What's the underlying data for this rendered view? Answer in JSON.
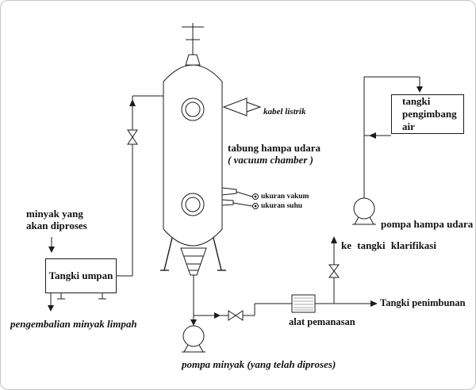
{
  "canvas": {
    "background": "#ffffff",
    "line_color": "#1c1c1c",
    "text_color": "#121212"
  },
  "labels": {
    "feed_oil_line1": "minyak yang",
    "feed_oil_line2": "akan diproses",
    "feed_tank": "Tangki umpan",
    "overflow_return": "pengembalian minyak limpah",
    "chamber_line1": "tabung hampa udara",
    "chamber_line2": "( vacuum chamber )",
    "electric_cable": "kabel listrik",
    "vacuum_gauge": "ukuran vakum",
    "temperature_gauge": "ukuran suhu",
    "water_tank_line1": "tangki",
    "water_tank_line2": "pengimbang air",
    "vacuum_pump": "pompa hampa udara",
    "to_clarifier": "ke tangki klarifikasi",
    "storage_tank": "Tangki penimbunan",
    "heater": "alat pemanasan",
    "oil_pump": "pompa minyak (yang telah diproses)"
  }
}
